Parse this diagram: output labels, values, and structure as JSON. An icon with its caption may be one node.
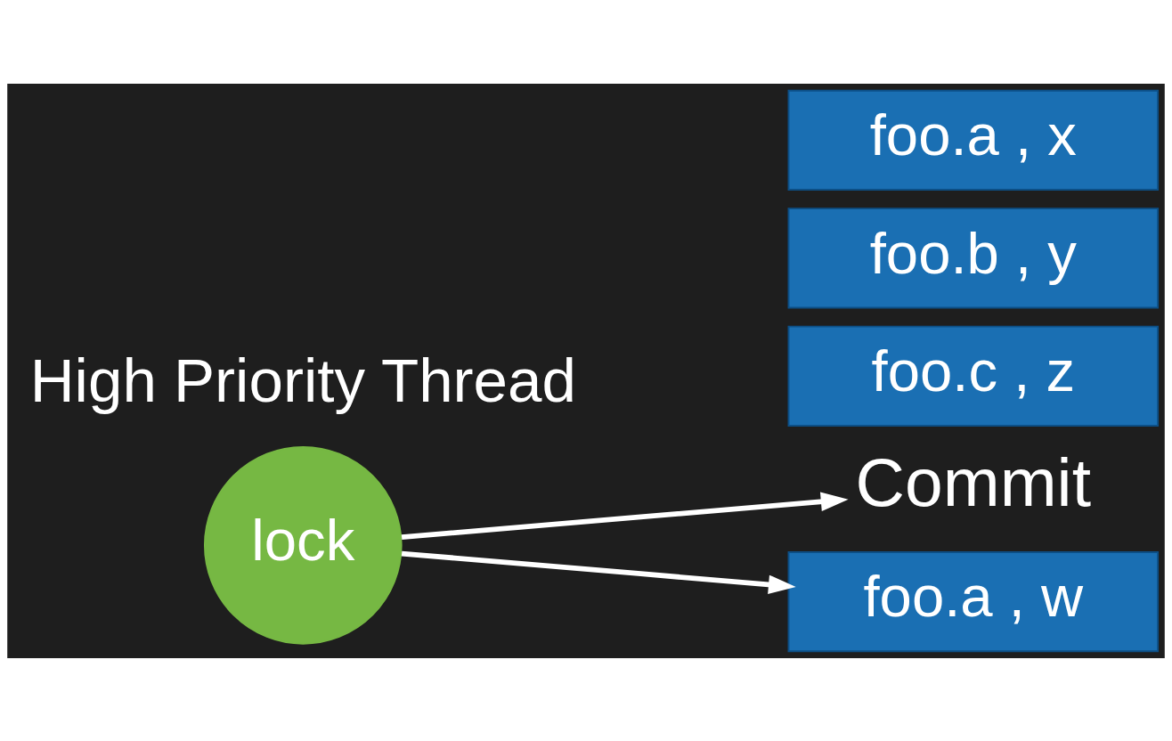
{
  "diagram": {
    "nodes": [
      {
        "text": [
          "lock"
        ]
      },
      {
        "text": [
          "Commit"
        ]
      },
      {
        "text": [
          "foo.a , w"
        ]
      },
      {
        "text": [
          "foo.c , z"
        ]
      },
      {
        "text": [
          "foo.b , y"
        ]
      },
      {
        "text": [
          "foo.a , x"
        ]
      }
    ],
    "edges": [
      {
        "from": 0,
        "to": 1,
        "arrow": "to"
      },
      {
        "from": 0,
        "to": 2,
        "arrow": "to"
      }
    ],
    "labels": [
      "High Priority Thread"
    ]
  }
}
